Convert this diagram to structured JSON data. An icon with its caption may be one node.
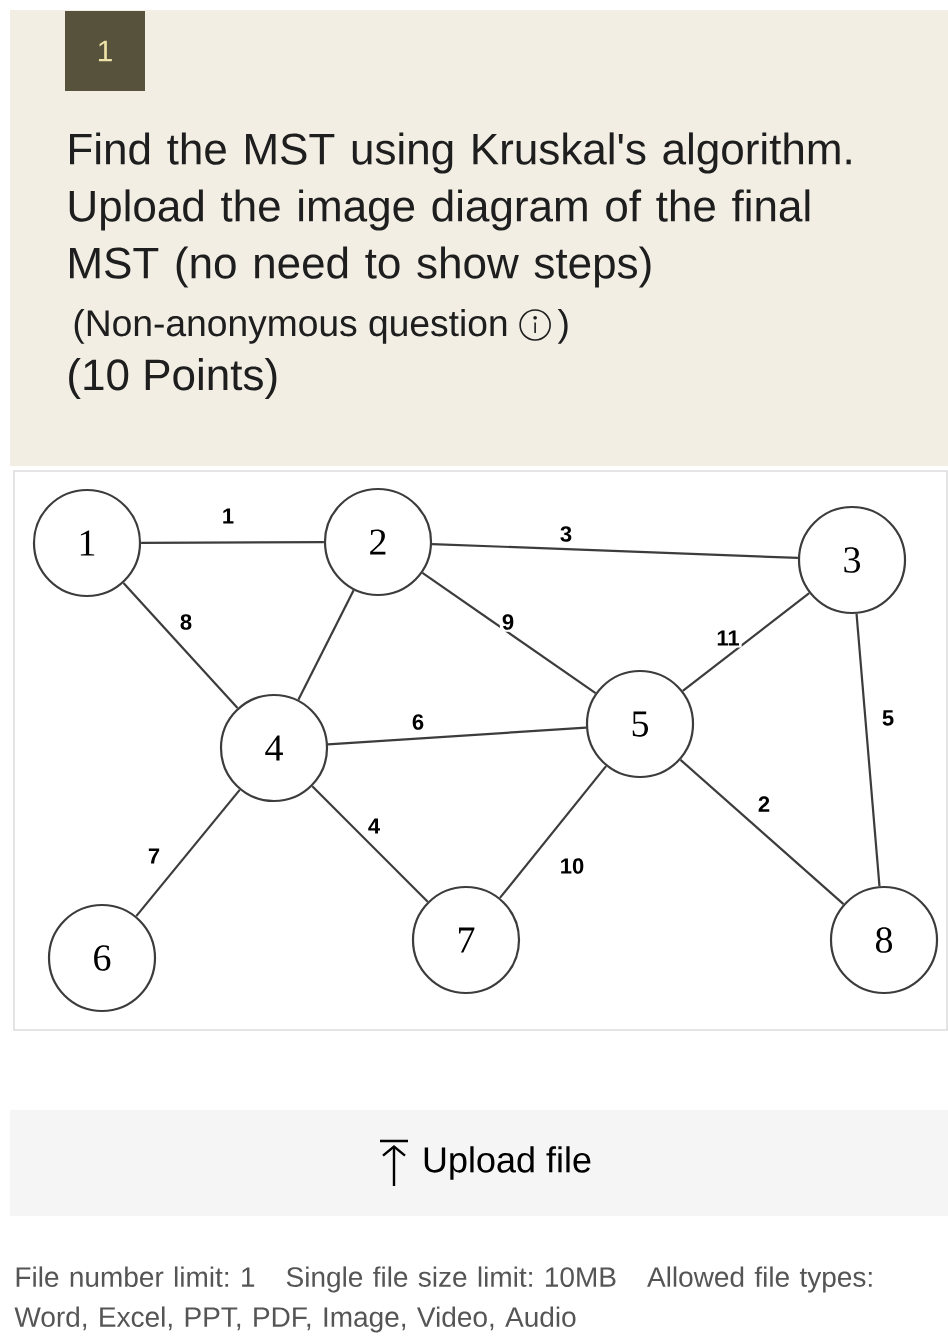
{
  "diagram": {
    "title": "Find the MST using Kruskal's algorithm. Upload the image diagram of the final MST (no need to show steps)",
    "nodes": [
      {
        "text": [
          "1"
        ]
      },
      {
        "text": [
          "1"
        ]
      },
      {
        "text": [
          "2"
        ]
      },
      {
        "text": [
          "3"
        ]
      },
      {
        "text": [
          "4"
        ]
      },
      {
        "text": [
          "5"
        ]
      },
      {
        "text": [
          "6"
        ]
      },
      {
        "text": [
          "7"
        ]
      },
      {
        "text": [
          "8"
        ]
      },
      {
        "text": [
          "Upload file"
        ]
      }
    ],
    "edges": [
      {
        "from": 1,
        "to": 2,
        "arrow": "none",
        "label": "1"
      },
      {
        "from": 2,
        "to": 3,
        "arrow": "none",
        "label": "3"
      },
      {
        "from": 1,
        "to": 4,
        "arrow": "none",
        "label": "8"
      },
      {
        "from": 2,
        "to": 4,
        "arrow": "none"
      },
      {
        "from": 2,
        "to": 5,
        "arrow": "none",
        "label": "9"
      },
      {
        "from": 3,
        "to": 5,
        "arrow": "none",
        "label": "11"
      },
      {
        "from": 4,
        "to": 5,
        "arrow": "none",
        "label": "6"
      },
      {
        "from": 3,
        "to": 8,
        "arrow": "none",
        "label": "5"
      },
      {
        "from": 4,
        "to": 6,
        "arrow": "none",
        "label": "7"
      },
      {
        "from": 4,
        "to": 7,
        "arrow": "none",
        "label": "4"
      },
      {
        "from": 5,
        "to": 7,
        "arrow": "none",
        "label": "10"
      },
      {
        "from": 5,
        "to": 8,
        "arrow": "none",
        "label": "2"
      }
    ],
    "labels": [
      "(Non-anonymous question",
      ")",
      "(10 Points)",
      "File number limit: 1",
      "Single file size limit: 10MB",
      "Allowed file types: Word, Excel, PPT, PDF, Image, Video, Audio"
    ]
  }
}
